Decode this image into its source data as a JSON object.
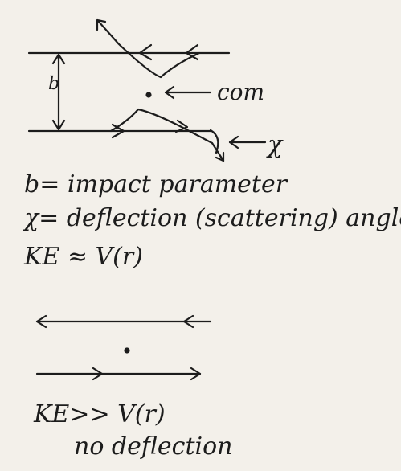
{
  "top_diagram": {
    "impact_label": "b",
    "com_label": "com",
    "angle_label": "χ"
  },
  "definitions": {
    "b_definition": "b= impact parameter",
    "chi_definition": "χ= deflection (scattering) angle",
    "condition_strong": "KE ≈ V(r)"
  },
  "bottom_diagram": {
    "condition_weak": "KE>> V(r)",
    "note": "no deflection"
  }
}
